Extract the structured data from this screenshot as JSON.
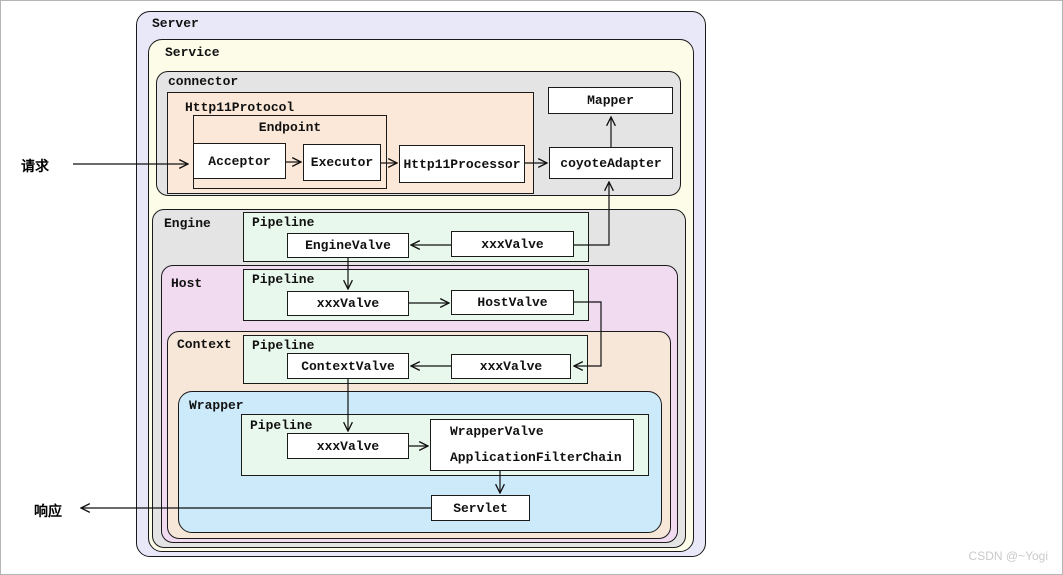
{
  "diagram": {
    "request_label": "请求",
    "response_label": "响应",
    "server": {
      "label": "Server"
    },
    "service": {
      "label": "Service"
    },
    "connector": {
      "label": "connector",
      "http11protocol": {
        "label": "Http11Protocol",
        "endpoint": {
          "label": "Endpoint",
          "acceptor": "Acceptor",
          "executor": "Executor"
        },
        "http11processor": "Http11Processor"
      },
      "coyote_adapter": "coyoteAdapter",
      "mapper": "Mapper"
    },
    "engine": {
      "label": "Engine",
      "pipeline_label": "Pipeline",
      "engine_valve": "EngineValve",
      "xxx_valve": "xxxValve"
    },
    "host": {
      "label": "Host",
      "pipeline_label": "Pipeline",
      "xxx_valve": "xxxValve",
      "host_valve": "HostValve"
    },
    "context": {
      "label": "Context",
      "pipeline_label": "Pipeline",
      "context_valve": "ContextValve",
      "xxx_valve": "xxxValve"
    },
    "wrapper": {
      "label": "Wrapper",
      "pipeline_label": "Pipeline",
      "xxx_valve": "xxxValve",
      "wrapper_valve": "WrapperValve",
      "application_filter_chain": "ApplicationFilterChain",
      "servlet": "Servlet"
    }
  },
  "watermark": "CSDN @~Yogi",
  "colors": {
    "server_fill": "#e9e8f8",
    "service_fill": "#fcfce9",
    "connector_fill": "#e4e4e4",
    "engine_fill": "#e4e4e4",
    "protocol_fill": "#fbe8d8",
    "host_fill": "#f1dbf1",
    "context_fill": "#f6e7d9",
    "wrapper_fill": "#cdeafb",
    "pipeline_fill": "#e9f8ed",
    "box_fill": "#ffffff",
    "border": "#1a1a1a",
    "arrow": "#111111"
  }
}
